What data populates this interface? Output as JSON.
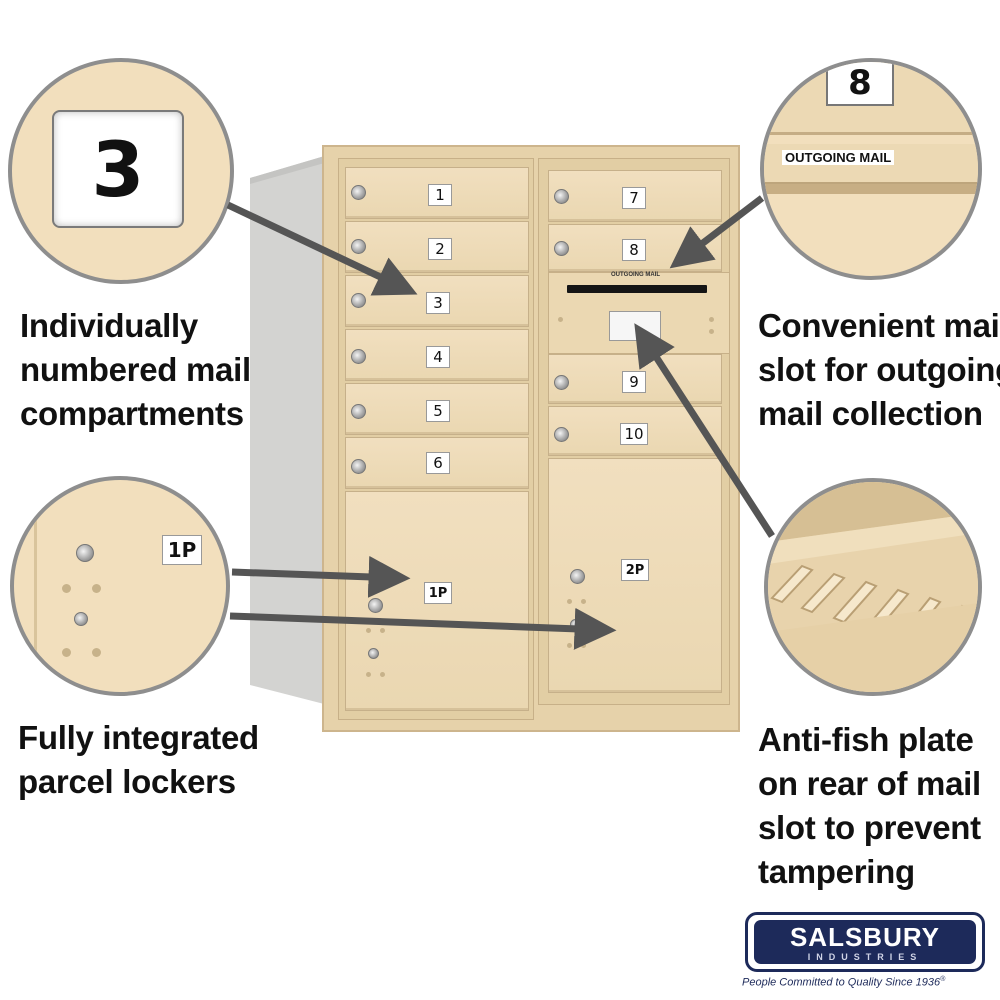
{
  "mailbox": {
    "left_doors": [
      "1",
      "2",
      "3",
      "4",
      "5",
      "6"
    ],
    "right_doors_top": [
      "7",
      "8"
    ],
    "right_doors_bottom": [
      "9",
      "10"
    ],
    "outgoing_label": "OUTGOING MAIL",
    "parcel_left": "1P",
    "parcel_right": "2P"
  },
  "callouts": {
    "numbered": {
      "zoom_number": "3",
      "lines": [
        "Individually",
        "numbered mail",
        "compartments"
      ]
    },
    "outgoing": {
      "zoom_number": "8",
      "zoom_label": "OUTGOING MAIL",
      "lines": [
        "Convenient mail",
        "slot for outgoing",
        "mail collection"
      ]
    },
    "parcel": {
      "zoom_label": "1P",
      "lines": [
        "Fully integrated",
        "parcel lockers"
      ]
    },
    "antifish": {
      "lines": [
        "Anti-fish plate",
        "on rear of mail",
        "slot to prevent",
        "tampering"
      ]
    }
  },
  "brand": {
    "name": "SALSBURY",
    "sub": "INDUSTRIES",
    "tagline": "People Committed to Quality Since 1936",
    "registered": "®",
    "color": "#1d2a5a"
  },
  "colors": {
    "sandstone": "#ecdab5",
    "arrow": "#555555",
    "circle_border": "#8e8e8e"
  }
}
